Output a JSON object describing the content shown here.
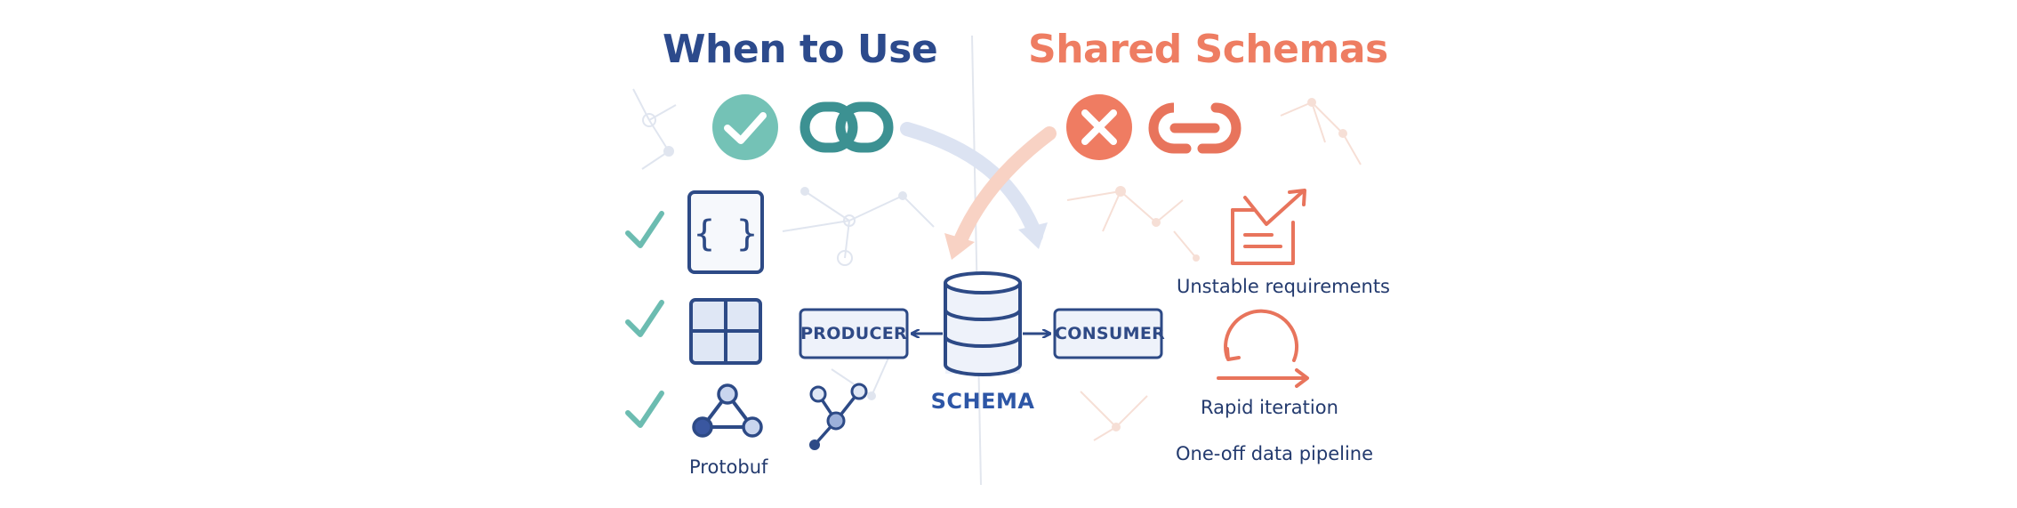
{
  "left": {
    "title": "When to Use",
    "footer": "Protobuf"
  },
  "center": {
    "producer": "PRODUCER",
    "consumer": "CONSUMER",
    "schema": "SCHEMA"
  },
  "right": {
    "title": "Shared Schemas",
    "items": [
      "Unstable requirements",
      "Rapid iteration",
      "One-off data pipeline"
    ]
  },
  "colors": {
    "navy": "#2c4a8c",
    "teal": "#5fb8ad",
    "coral": "#ee7d62",
    "pale_blue": "#e6ecf7"
  }
}
